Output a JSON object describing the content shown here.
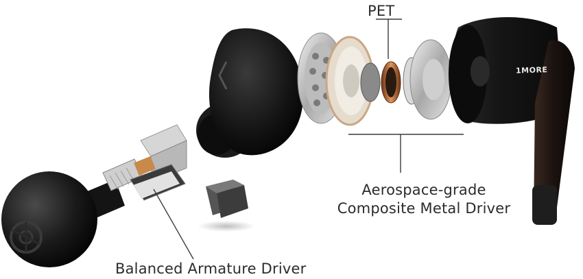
{
  "labels": {
    "pet": "PET",
    "aerospace_line1": "Aerospace-grade",
    "aerospace_line2": "Composite Metal Driver",
    "balanced_armature": "Balanced Armature Driver"
  },
  "branding": {
    "logo_text": "1MORE"
  },
  "colors": {
    "background": "#ffffff",
    "label_text": "#2b2b2b",
    "shell_black": "#141414",
    "accent_green": "#9bd31e",
    "copper_ring": "#b46a3a",
    "brushed_metal": "#c9c9c9"
  }
}
